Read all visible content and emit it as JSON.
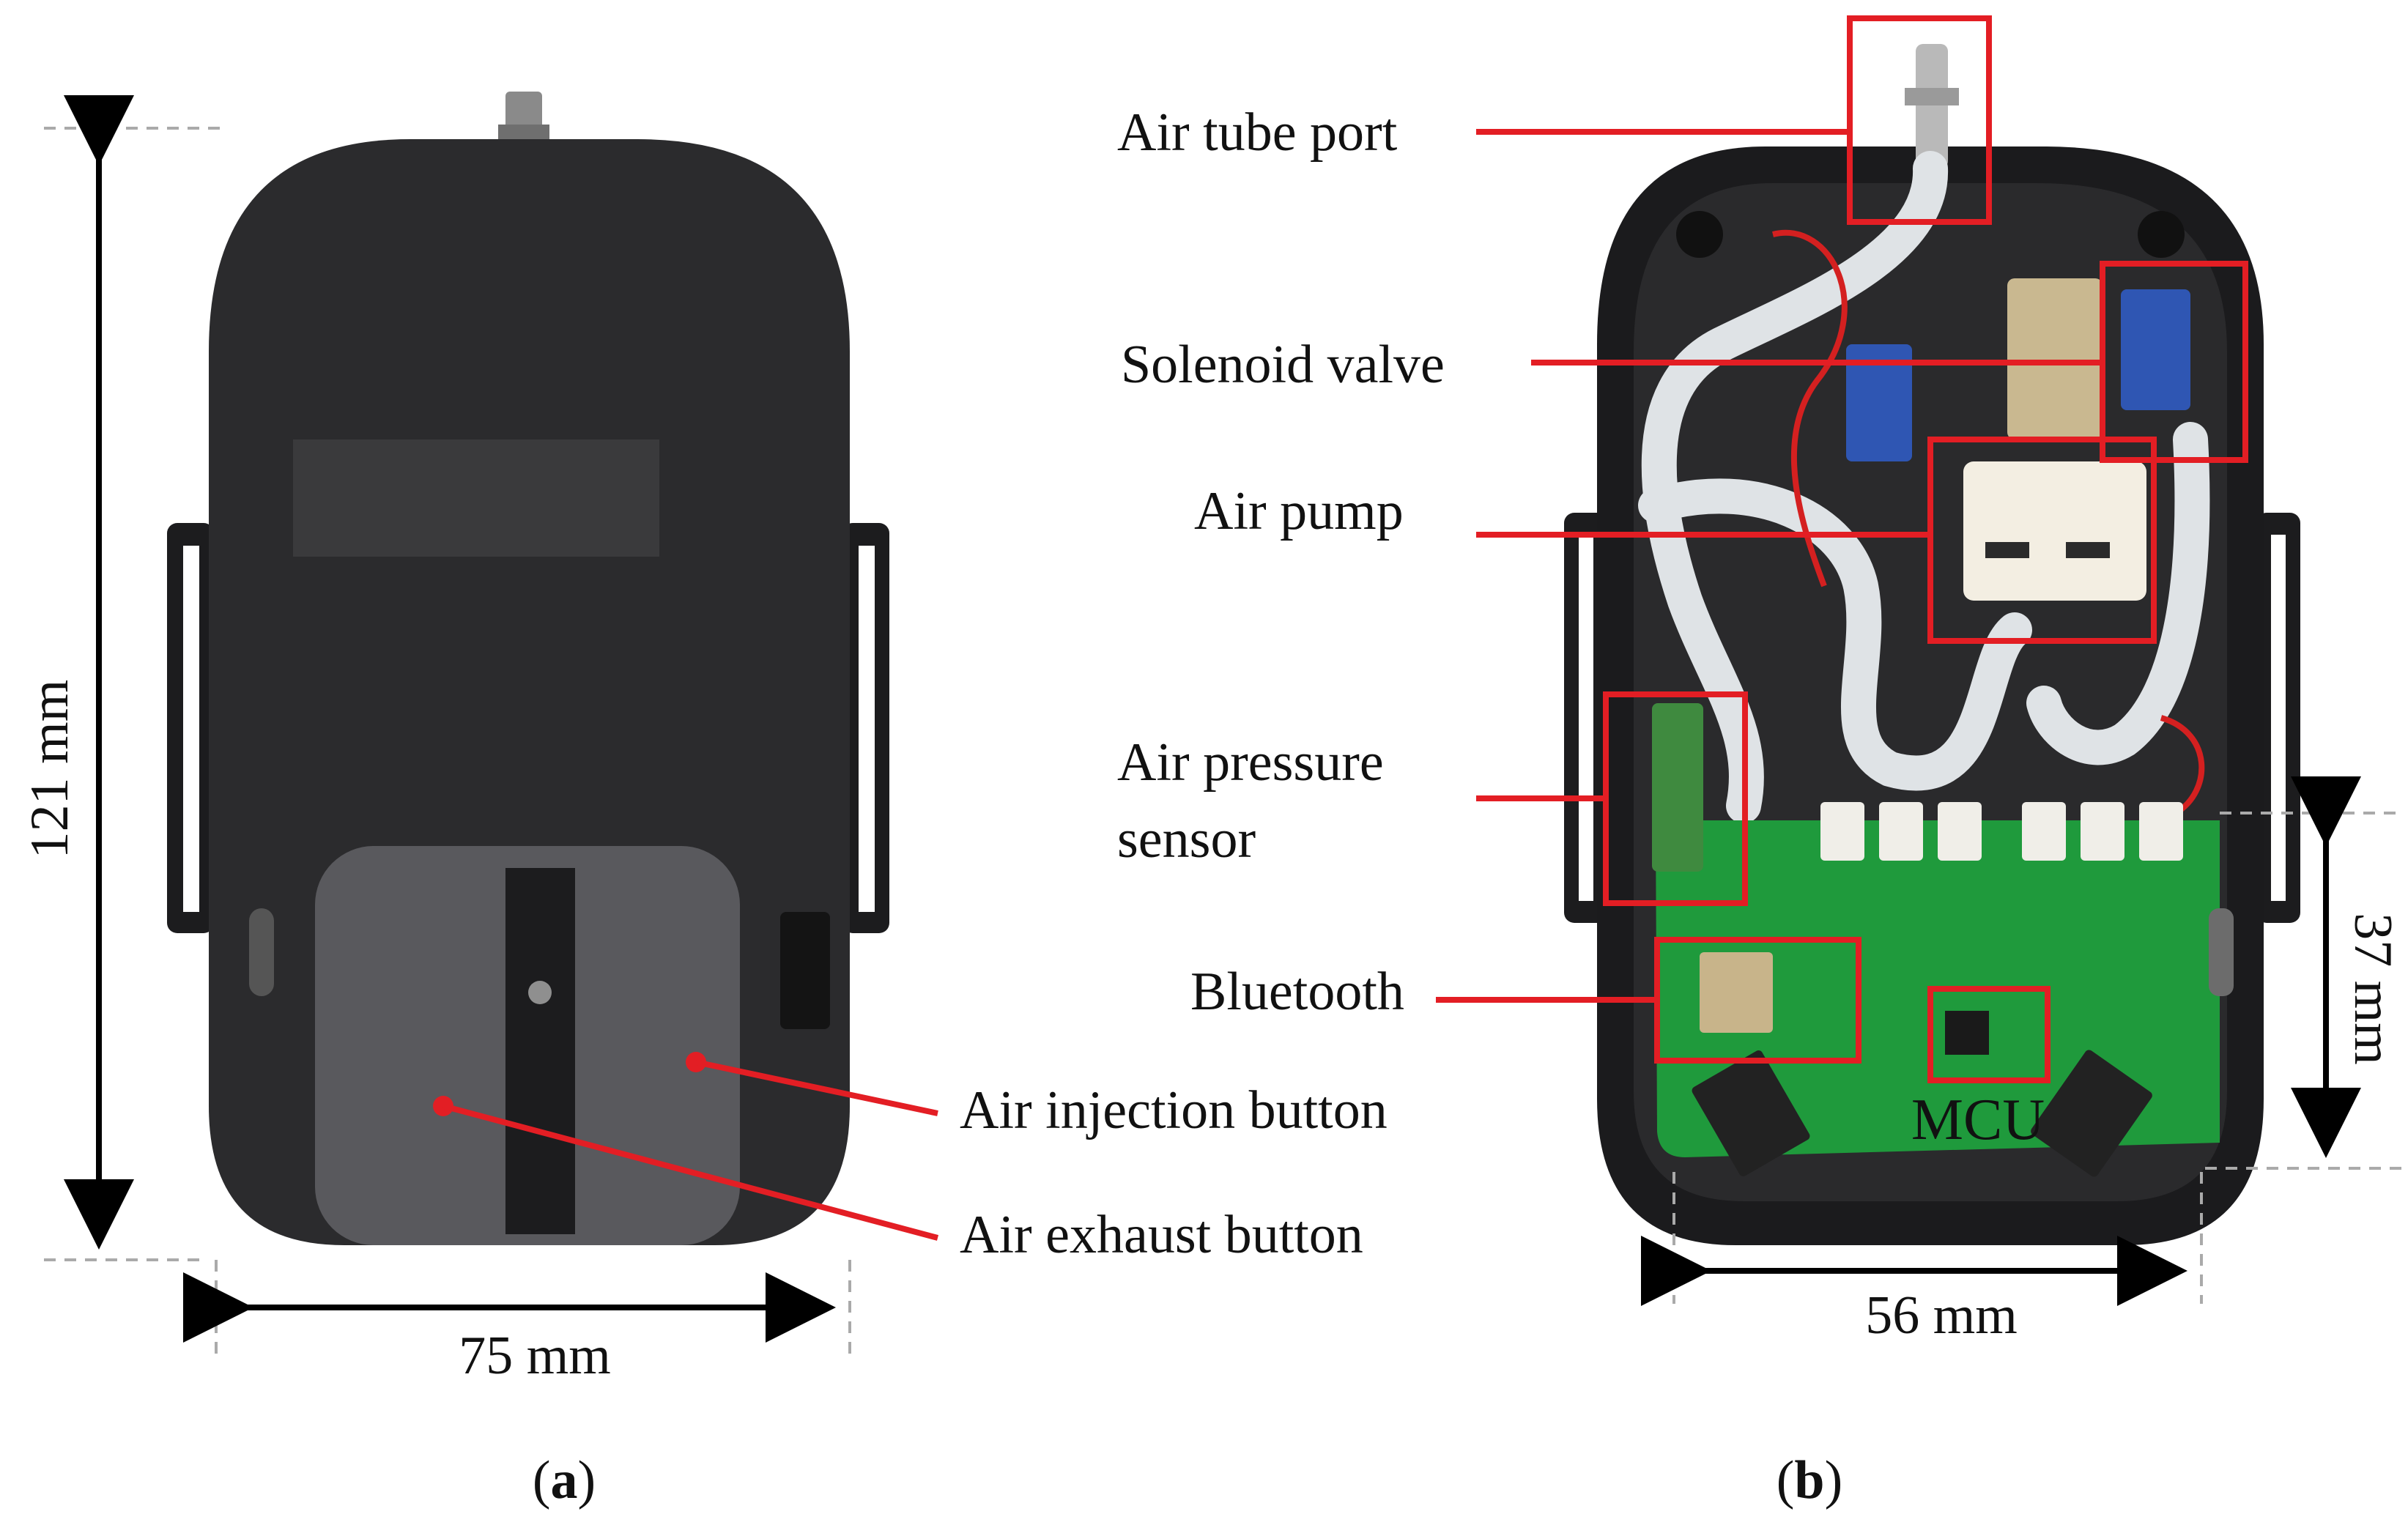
{
  "panel_a": {
    "caption_open": "(",
    "caption_letter": "a",
    "caption_close": ")",
    "dims": {
      "height": "121 mm",
      "width": "75 mm"
    },
    "callouts": {
      "injection": "Air injection button",
      "exhaust": "Air exhaust button"
    }
  },
  "panel_b": {
    "caption_open": "(",
    "caption_letter": "b",
    "caption_close": ")",
    "dims": {
      "height": "37 mm",
      "width": "56 mm"
    },
    "callouts": {
      "tube_port": "Air tube port",
      "solenoid": "Solenoid valve",
      "pump": "Air pump",
      "pressure_line1": "Air pressure",
      "pressure_line2": "sensor",
      "bluetooth": "Bluetooth"
    },
    "mcu_label": "MCU"
  },
  "colors": {
    "highlight": "#e31e24",
    "device_body": "#2b2b2d",
    "pcb": "#1f9a3c",
    "tubing": "#dfe3e6",
    "pump": "#f3eee2",
    "solenoid": "#2f56b3"
  }
}
